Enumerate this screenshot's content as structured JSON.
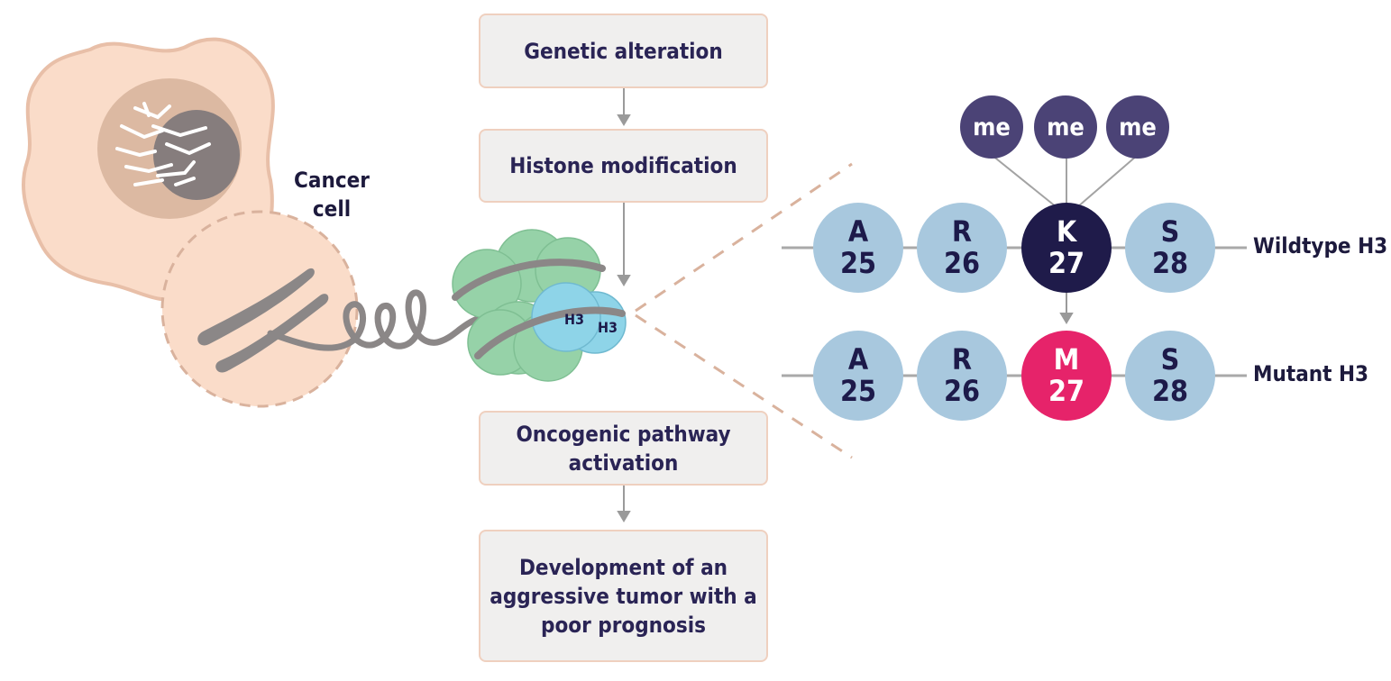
{
  "cell": {
    "label_line1": "Cancer",
    "label_line2": "cell"
  },
  "nucleosome": {
    "h3_a": "H3",
    "h3_b": "H3"
  },
  "flow": [
    {
      "text": "Genetic alteration"
    },
    {
      "text": "Histone modification"
    },
    {
      "text": "Oncogenic pathway\nactivation"
    },
    {
      "text": "Development of an\naggressive tumor with a\npoor prognosis"
    }
  ],
  "methyl": [
    "me",
    "me",
    "me"
  ],
  "wildtype": {
    "label": "Wildtype H3",
    "residues": [
      {
        "aa": "A",
        "num": "25"
      },
      {
        "aa": "R",
        "num": "26"
      },
      {
        "aa": "K",
        "num": "27"
      },
      {
        "aa": "S",
        "num": "28"
      }
    ]
  },
  "mutant": {
    "label": "Mutant H3",
    "residues": [
      {
        "aa": "A",
        "num": "25"
      },
      {
        "aa": "R",
        "num": "26"
      },
      {
        "aa": "M",
        "num": "27"
      },
      {
        "aa": "S",
        "num": "28"
      }
    ]
  },
  "colors": {
    "cell": "#fadcc9",
    "cell_border": "#e8bfa8",
    "nucleus_outer": "#dcb9a2",
    "nucleus_inner": "#867d7d",
    "chromosome": "#8b8787",
    "histone_green": "#96d2a8",
    "histone_blue": "#8ed4e8",
    "residue": "#a8c8de",
    "lysine": "#1f1b4a",
    "methionine": "#e6236a",
    "methyl": "#4b4376",
    "box_fill": "#f0efee",
    "box_border": "#efd0bf",
    "text": "#2a2455"
  }
}
